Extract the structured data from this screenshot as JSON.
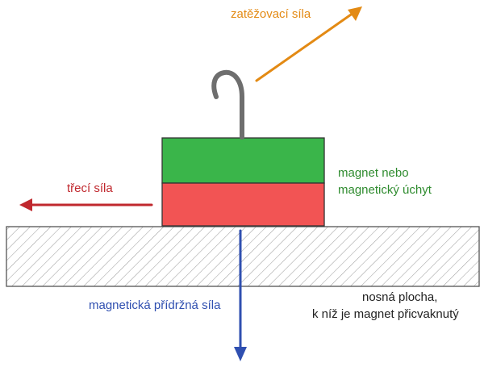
{
  "colors": {
    "load_arrow": "#e38a14",
    "friction_arrow": "#c0282e",
    "holding_arrow": "#2f4fb0",
    "magnet_top": "#3ab54a",
    "magnet_bottom": "#f25454",
    "magnet_label": "#2e8b2e",
    "surface_label": "#222222",
    "hook": "#6e6e6e",
    "hatch": "#9a9a9a"
  },
  "labels": {
    "load_force": "zatěžovací síla",
    "friction_force": "třecí síla",
    "magnet_line1": "magnet nebo",
    "magnet_line2": "magnetický úchyt",
    "holding_force": "magnetická přídržná síla",
    "surface_line1": "nosná plocha,",
    "surface_line2": "k níž je magnet přicvaknutý"
  },
  "icons": {
    "hook": "hook-icon"
  }
}
